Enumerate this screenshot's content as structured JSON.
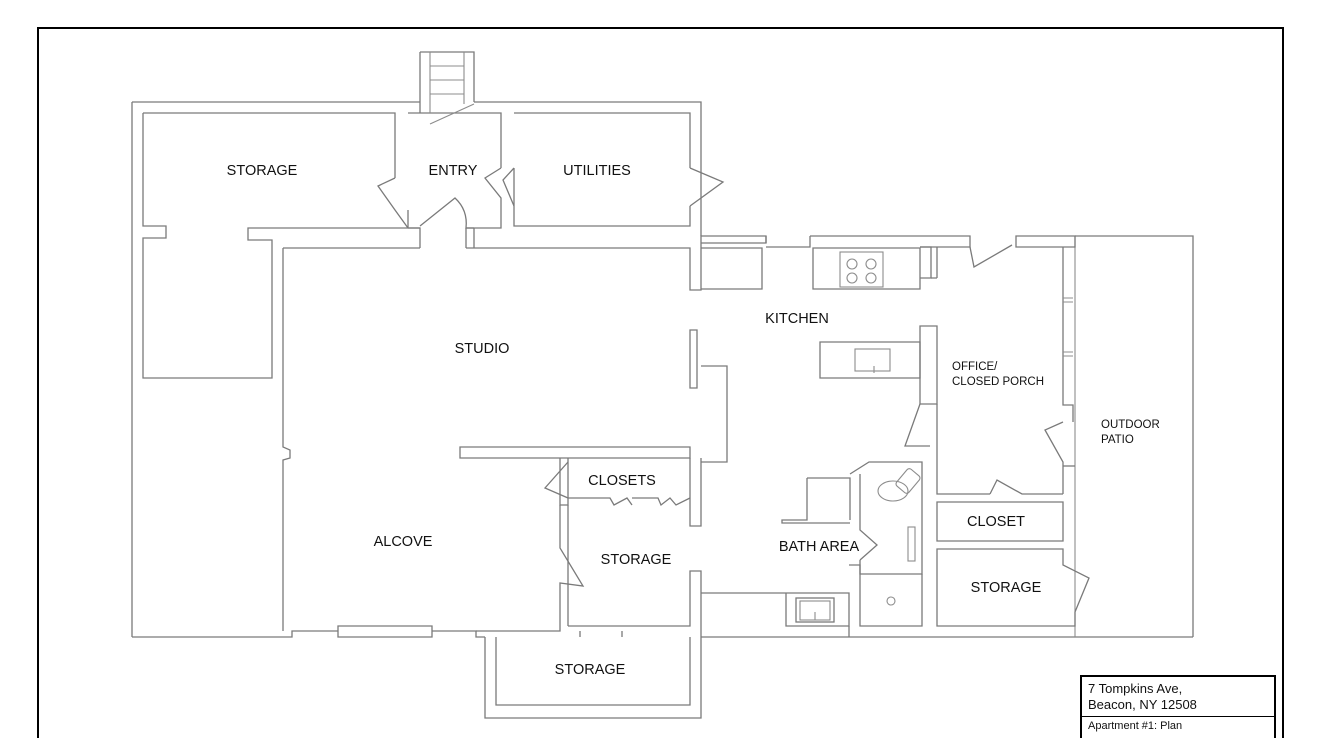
{
  "rooms": {
    "storage_nw": "STORAGE",
    "entry": "ENTRY",
    "utilities": "UTILITIES",
    "kitchen": "KITCHEN",
    "studio": "STUDIO",
    "office_line1": "OFFICE/",
    "office_line2": "CLOSED PORCH",
    "outdoor_line1": "OUTDOOR",
    "outdoor_line2": "PATIO",
    "closets": "CLOSETS",
    "closet": "CLOSET",
    "alcove": "ALCOVE",
    "storage_center": "STORAGE",
    "bath_area": "BATH AREA",
    "storage_east": "STORAGE",
    "storage_south": "STORAGE"
  },
  "title_block": {
    "address_line1": "7 Tompkins Ave,",
    "address_line2": "Beacon, NY 12508",
    "sheet_title": "Apartment #1: Plan"
  }
}
